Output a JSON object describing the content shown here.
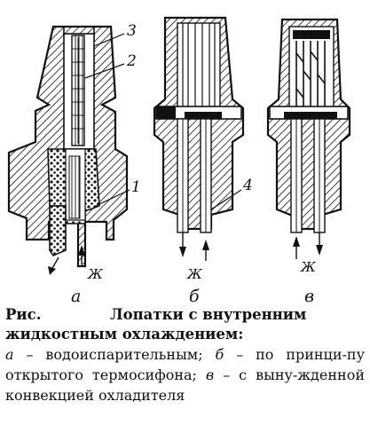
{
  "figure": {
    "panels": [
      {
        "label": "а",
        "callouts": [
          "3",
          "2",
          "1"
        ],
        "flow_label": "Ж"
      },
      {
        "label": "б",
        "callouts": [
          "4"
        ],
        "flow_label": "Ж"
      },
      {
        "label": "в",
        "callouts": [],
        "flow_label": "Ж"
      }
    ]
  },
  "caption": {
    "prefix": "Рис.",
    "title_line1": "Лопатки с внутренним",
    "title_line2": "жидкостным охлаждением:",
    "items": [
      {
        "mark": "а",
        "text": " – водоиспарительным; "
      },
      {
        "mark": "б",
        "text": " – по принци-пу открытого термосифона; "
      },
      {
        "mark": "в",
        "text": " – с выну-жденной конвекцией охладителя"
      }
    ]
  }
}
